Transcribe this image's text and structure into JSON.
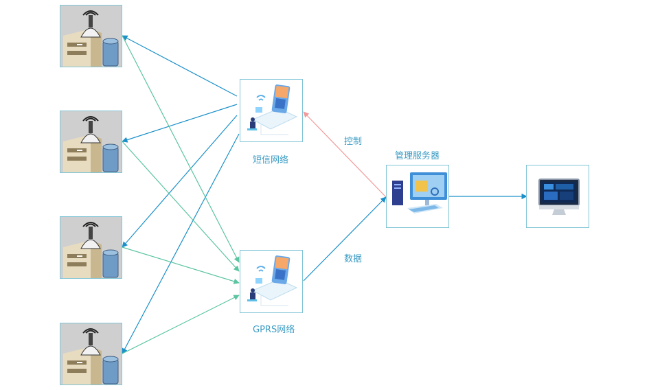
{
  "nodes": {
    "sms": {
      "label": "短信网络",
      "icon": "phone-network-icon"
    },
    "gprs": {
      "label": "GPRS网络",
      "icon": "phone-network-icon"
    },
    "server": {
      "label": "管理服务器",
      "icon": "server-workstation-icon"
    },
    "display": {
      "icon": "monitor-dashboard-icon"
    },
    "stations": [
      {
        "icon": "radio-station-icon"
      },
      {
        "icon": "radio-station-icon"
      },
      {
        "icon": "radio-station-icon"
      },
      {
        "icon": "radio-station-icon"
      }
    ]
  },
  "edges": {
    "control_label": "控制",
    "data_label": "数据"
  },
  "colors": {
    "sms_link": "#1b90c9",
    "gprs_link": "#5bc4a0",
    "control_link": "#f19a9a",
    "data_link": "#1b90c9",
    "box_border": "#7fc4d6",
    "label_text": "#3b9cc4"
  }
}
